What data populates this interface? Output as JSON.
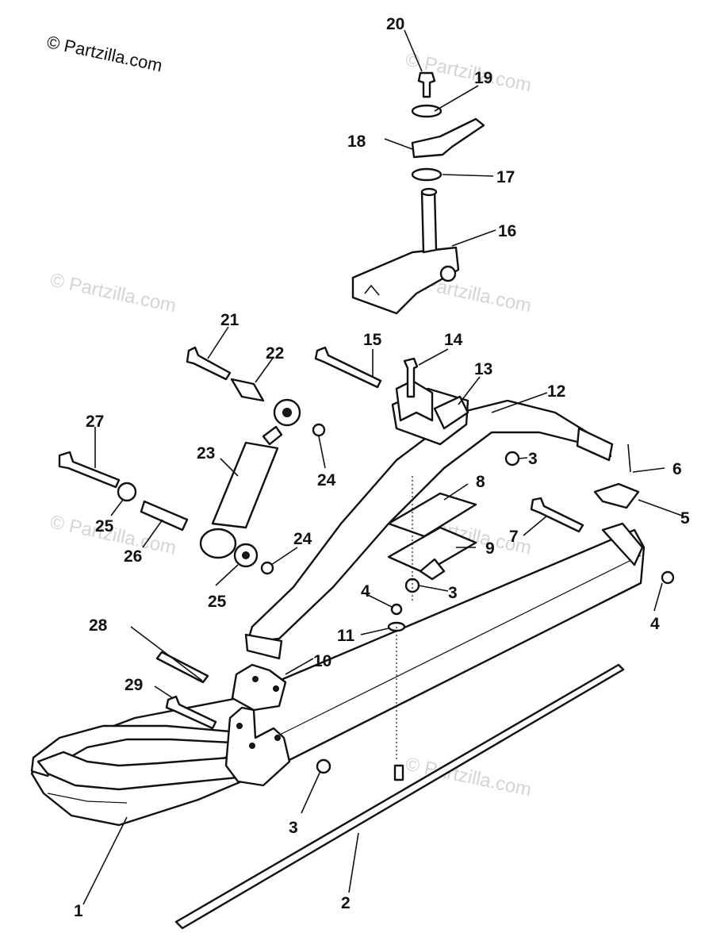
{
  "copyright": "© Partzilla.com",
  "watermark": "© Partzilla.com",
  "callouts": [
    "1",
    "2",
    "3",
    "3",
    "3",
    "4",
    "4",
    "5",
    "6",
    "7",
    "8",
    "9",
    "10",
    "11",
    "12",
    "13",
    "14",
    "15",
    "16",
    "17",
    "18",
    "19",
    "20",
    "21",
    "22",
    "23",
    "24",
    "24",
    "25",
    "25",
    "26",
    "27",
    "28",
    "29"
  ]
}
